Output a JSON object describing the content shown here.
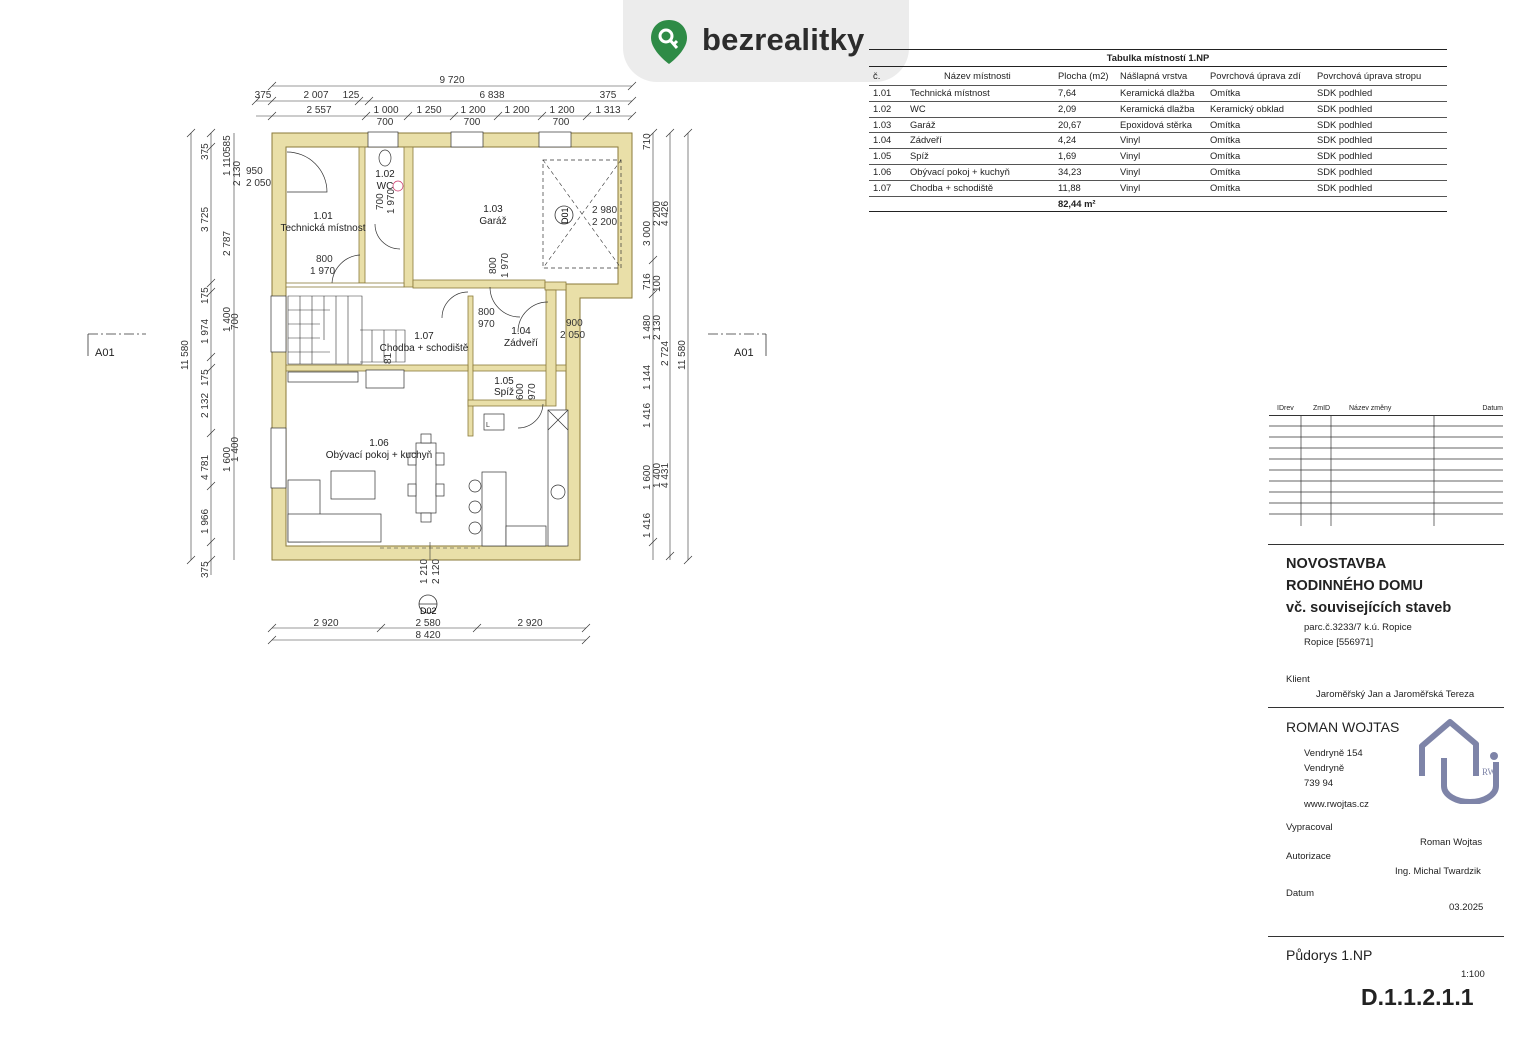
{
  "brand": {
    "name": "bezrealitky",
    "color": "#2e8b46"
  },
  "plan": {
    "rooms": [
      {
        "num": "1.01",
        "name": "Technická místnost"
      },
      {
        "num": "1.02",
        "name": "WC"
      },
      {
        "num": "1.03",
        "name": "Garáž"
      },
      {
        "num": "1.04",
        "name": "Zádveří"
      },
      {
        "num": "1.05",
        "name": "Spíž"
      },
      {
        "num": "1.06",
        "name": "Obývací pokoj + kuchyň"
      },
      {
        "num": "1.07",
        "name": "Chodba + schodiště"
      }
    ],
    "section_marks": [
      "A01",
      "A01"
    ],
    "door_marks": [
      "D01",
      "D02"
    ],
    "dims_top": [
      "9 720",
      "375",
      "2 007",
      "125",
      "6 838",
      "375",
      "2 557",
      "1 000",
      "1 250",
      "1 200",
      "1 200",
      "1 200",
      "1 313",
      "700",
      "700",
      "700"
    ],
    "dims_bottom": [
      "2 920",
      "2 580",
      "2 920",
      "8 420"
    ],
    "dims_left_outer": [
      "11 580"
    ],
    "dims_left": [
      "375",
      "3 725",
      "175",
      "1 974",
      "175",
      "2 132",
      "4 781",
      "1 966",
      "375"
    ],
    "dims_left_inner": [
      "585",
      "1 110",
      "2 130",
      "2 787",
      "1 400",
      "700",
      "1 600",
      "1 400"
    ],
    "dims_right": [
      "710",
      "3 000",
      "2 200",
      "4 426",
      "716",
      "100",
      "1 480",
      "2 130",
      "2 724",
      "1 144",
      "1 416",
      "1 600",
      "1 400",
      "4 431",
      "1 416"
    ],
    "dims_right_outer": [
      "11 580"
    ],
    "openings": [
      [
        "950",
        "2 050"
      ],
      [
        "800",
        "1 970"
      ],
      [
        "700",
        "1 970"
      ],
      [
        "800",
        "1 970"
      ],
      [
        "800",
        "970"
      ],
      [
        "900",
        "2 050"
      ],
      [
        "600",
        "970"
      ],
      [
        "2 980",
        "2 200"
      ],
      [
        "1 210",
        "2 120"
      ]
    ],
    "small_marks": [
      "81",
      "L"
    ]
  },
  "room_table": {
    "title": "Tabulka místností 1.NP",
    "headers": [
      "č.",
      "Název místnosti",
      "Plocha (m2)",
      "Nášlapná vrstva",
      "Povrchová úprava zdí",
      "Povrchová úprava stropu"
    ],
    "rows": [
      [
        "1.01",
        "Technická místnost",
        "7,64",
        "Keramická dlažba",
        "Omítka",
        "SDK podhled"
      ],
      [
        "1.02",
        "WC",
        "2,09",
        "Keramická dlažba",
        "Keramický obklad",
        "SDK podhled"
      ],
      [
        "1.03",
        "Garáž",
        "20,67",
        "Epoxidová stěrka",
        "Omítka",
        "SDK podhled"
      ],
      [
        "1.04",
        "Zádveří",
        "4,24",
        "Vinyl",
        "Omítka",
        "SDK podhled"
      ],
      [
        "1.05",
        "Spíž",
        "1,69",
        "Vinyl",
        "Omítka",
        "SDK podhled"
      ],
      [
        "1.06",
        "Obývací pokoj + kuchyň",
        "34,23",
        "Vinyl",
        "Omítka",
        "SDK podhled"
      ],
      [
        "1.07",
        "Chodba + schodiště",
        "11,88",
        "Vinyl",
        "Omítka",
        "SDK podhled"
      ]
    ],
    "total": "82,44 m²"
  },
  "revisions": {
    "headers": [
      "IDrev",
      "ZmID",
      "Název změny",
      "Datum"
    ]
  },
  "title_block": {
    "project_line1": "NOVOSTAVBA",
    "project_line2": "RODINNÉHO DOMU",
    "project_line3": "vč. souvisejících staveb",
    "parcel": "parc.č.3233/7 k.ú. Ropice",
    "cadastre": "Ropice [556971]",
    "client_label": "Klient",
    "client": "Jaroměřský Jan a Jaroměřská Tereza",
    "company": "ROMAN WOJTAS",
    "addr1": "Vendryně 154",
    "addr2": "Vendryně",
    "addr3": "739 94",
    "web": "www.rwojtas.cz",
    "logo_letters": "RW",
    "prepared_label": "Vypracoval",
    "prepared": "Roman Wojtas",
    "auth_label": "Autorizace",
    "auth": "Ing. Michal Twardzik",
    "date_label": "Datum",
    "date": "03.2025",
    "drawing_name": "Půdorys 1.NP",
    "scale": "1:100",
    "drawing_number": "D.1.1.2.1.1"
  }
}
